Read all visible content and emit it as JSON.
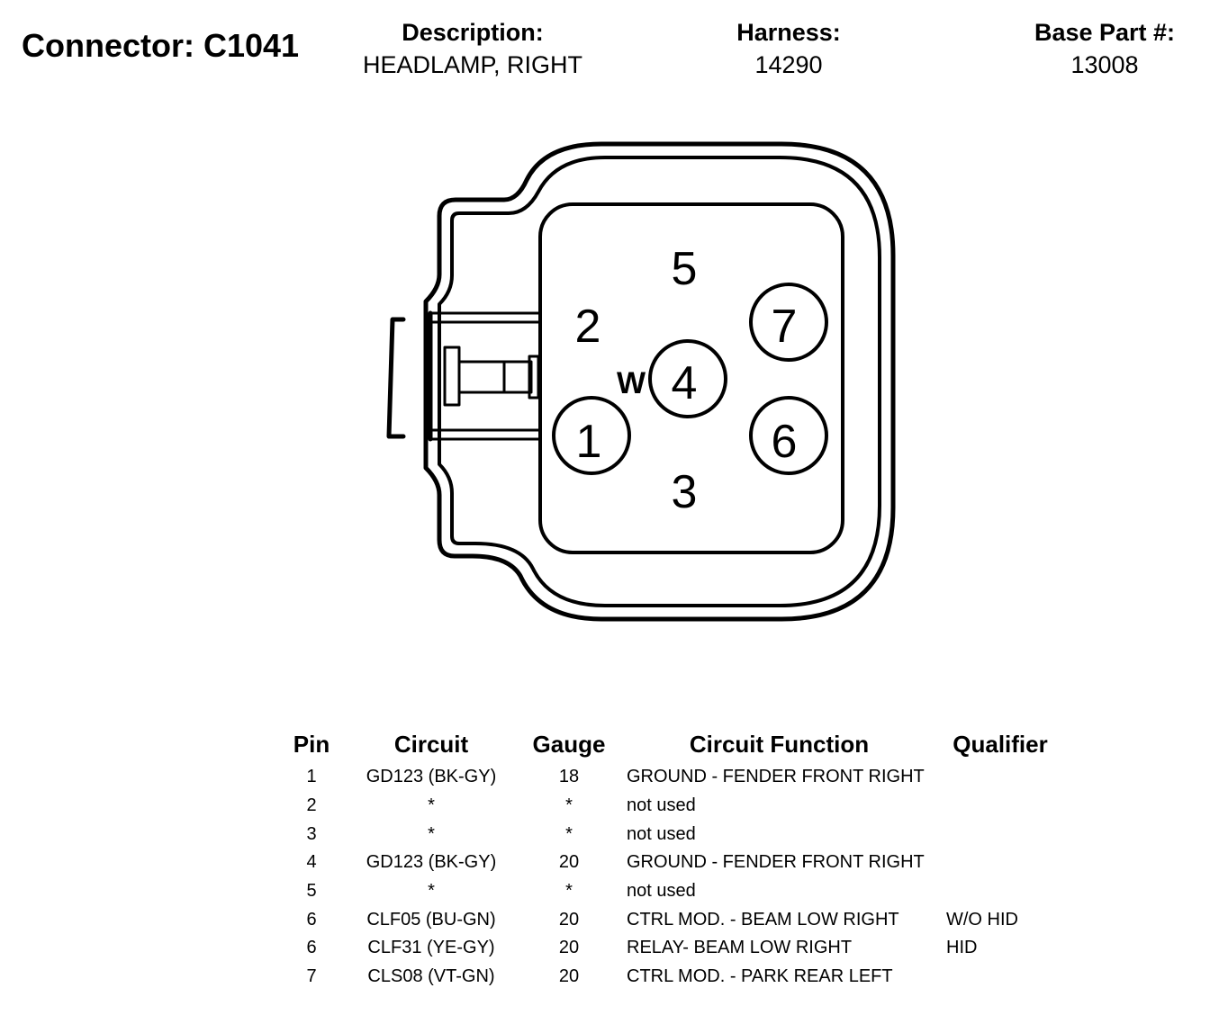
{
  "header": {
    "connector_title": "Connector: C1041",
    "description_label": "Description:",
    "description_value": "HEADLAMP, RIGHT",
    "harness_label": "Harness:",
    "harness_value": "14290",
    "base_part_label": "Base Part #:",
    "base_part_value": "13008"
  },
  "diagram": {
    "pin_labels": [
      "1",
      "2",
      "3",
      "4",
      "5",
      "6",
      "7"
    ],
    "marker_label": "W"
  },
  "table": {
    "headers": {
      "pin": "Pin",
      "circuit": "Circuit",
      "gauge": "Gauge",
      "function": "Circuit Function",
      "qualifier": "Qualifier"
    },
    "rows": [
      {
        "pin": "1",
        "circuit": "GD123 (BK-GY)",
        "gauge": "18",
        "function": "GROUND - FENDER FRONT RIGHT",
        "qualifier": ""
      },
      {
        "pin": "2",
        "circuit": "*",
        "gauge": "*",
        "function": "not used",
        "qualifier": ""
      },
      {
        "pin": "3",
        "circuit": "*",
        "gauge": "*",
        "function": "not used",
        "qualifier": ""
      },
      {
        "pin": "4",
        "circuit": "GD123 (BK-GY)",
        "gauge": "20",
        "function": "GROUND - FENDER FRONT RIGHT",
        "qualifier": ""
      },
      {
        "pin": "5",
        "circuit": "*",
        "gauge": "*",
        "function": "not used",
        "qualifier": ""
      },
      {
        "pin": "6",
        "circuit": "CLF05 (BU-GN)",
        "gauge": "20",
        "function": "CTRL MOD. - BEAM LOW RIGHT",
        "qualifier": "W/O HID"
      },
      {
        "pin": "6",
        "circuit": "CLF31 (YE-GY)",
        "gauge": "20",
        "function": "RELAY- BEAM LOW RIGHT",
        "qualifier": "HID"
      },
      {
        "pin": "7",
        "circuit": "CLS08 (VT-GN)",
        "gauge": "20",
        "function": "CTRL MOD. - PARK REAR LEFT",
        "qualifier": ""
      }
    ]
  }
}
